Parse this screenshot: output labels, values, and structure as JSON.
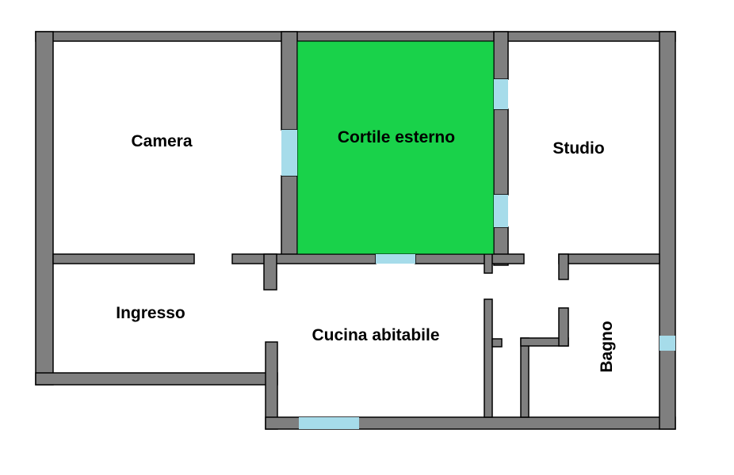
{
  "rooms": {
    "camera": "Camera",
    "cortile": "Cortile esterno",
    "studio": "Studio",
    "ingresso": "Ingresso",
    "cucina": "Cucina abitabile",
    "bagno": "Bagno"
  },
  "colors": {
    "wall": "#7f7f7f",
    "outline": "#000000",
    "courtyard": "#19d24a",
    "window": "#a6dcea",
    "floor": "#ffffff"
  }
}
